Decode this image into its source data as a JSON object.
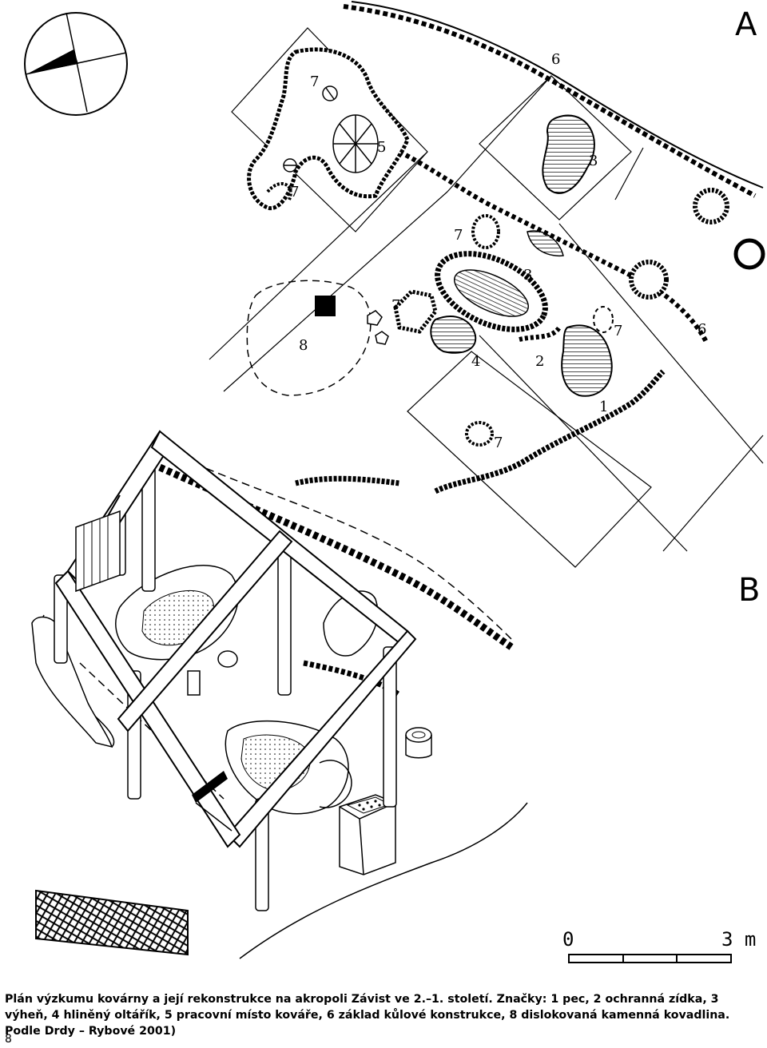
{
  "panel_labels": {
    "a": "A",
    "b": "B"
  },
  "plan_labels": [
    {
      "id": "lbl-7a",
      "text": "7"
    },
    {
      "id": "lbl-7b",
      "text": "7"
    },
    {
      "id": "lbl-7c",
      "text": "7"
    },
    {
      "id": "lbl-7d",
      "text": "7"
    },
    {
      "id": "lbl-7e",
      "text": "7"
    },
    {
      "id": "lbl-7f",
      "text": "7"
    },
    {
      "id": "lbl-5",
      "text": "5"
    },
    {
      "id": "lbl-3a",
      "text": "3"
    },
    {
      "id": "lbl-3b",
      "text": "3"
    },
    {
      "id": "lbl-6a",
      "text": "6"
    },
    {
      "id": "lbl-6b",
      "text": "6"
    },
    {
      "id": "lbl-8",
      "text": "8"
    },
    {
      "id": "lbl-4",
      "text": "4"
    },
    {
      "id": "lbl-2",
      "text": "2"
    },
    {
      "id": "lbl-1",
      "text": "1"
    }
  ],
  "scale_bar": {
    "start_label": "0",
    "end_label": "3 m"
  },
  "caption": "Plán výzkumu kovárny a její rekonstrukce na akropoli Závist ve 2.–1. století. Značky: 1 pec, 2 ochranná zídka, 3 výheň, 4 hliněný oltářík, 5 pracovní místo kováře, 6 základ kůlové konstrukce, 8 dislokovaná kamenná kovadlina. Podle Drdy – Rybové 2001)",
  "page_number": "8"
}
